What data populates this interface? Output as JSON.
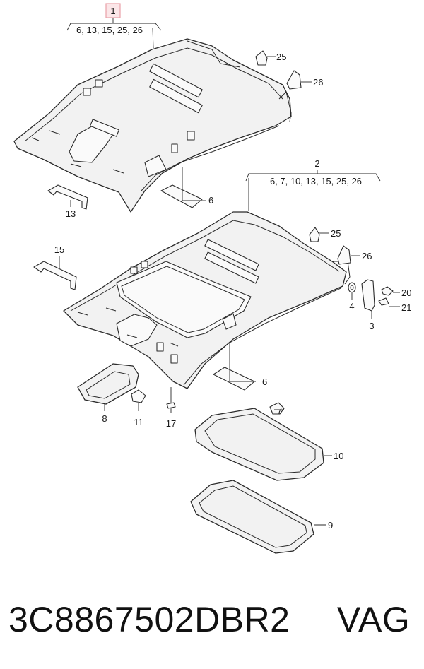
{
  "callouts": {
    "c1": {
      "number": "1",
      "subparts": "6, 13, 15, 25, 26"
    },
    "c2": {
      "number": "2",
      "subparts": "6, 7, 10, 13, 15, 25, 26"
    },
    "c25a": "25",
    "c26a": "26",
    "c6a": "6",
    "c13": "13",
    "c15": "15",
    "c25b": "25",
    "c26b": "26",
    "c4": "4",
    "c3": "3",
    "c20": "20",
    "c21": "21",
    "c6b": "6",
    "c8": "8",
    "c11": "11",
    "c17": "17",
    "c7": "7",
    "c10": "10",
    "c9": "9"
  },
  "footer": {
    "part_number": "3C8867502DBR2",
    "brand": "VAG"
  },
  "colors": {
    "highlight_box": "#e8a0a8",
    "line": "#2a2a2a",
    "part_fill": "#f2f2f2"
  }
}
